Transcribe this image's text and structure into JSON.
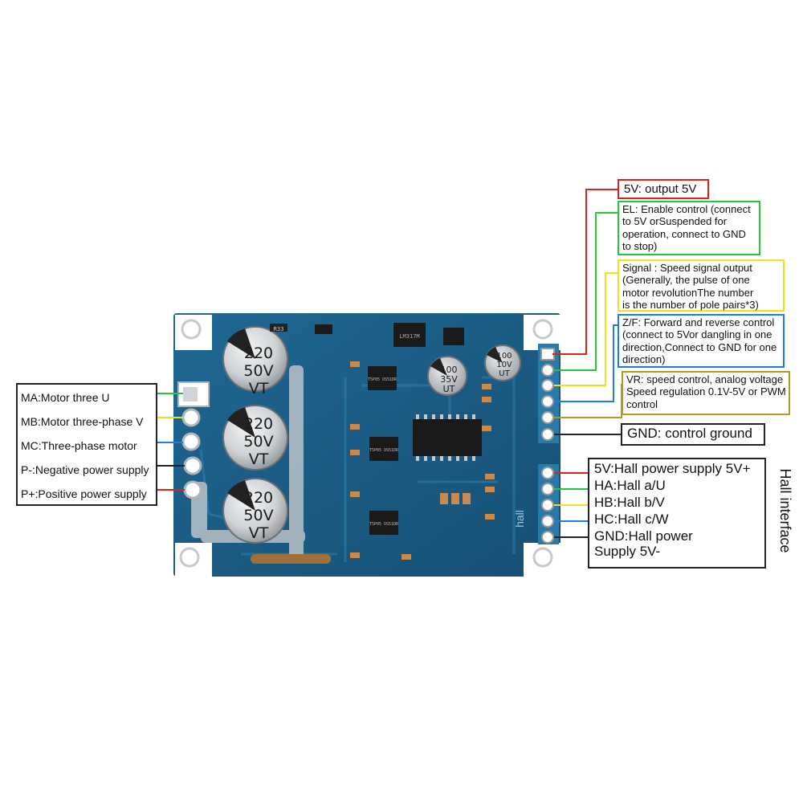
{
  "board": {
    "capacitors_large": [
      {
        "lines": [
          "220",
          "50V",
          "VT"
        ]
      },
      {
        "lines": [
          "220",
          "50V",
          "VT"
        ]
      },
      {
        "lines": [
          "220",
          "50V",
          "VT"
        ]
      }
    ],
    "capacitor_small_a": {
      "lines": [
        "100",
        "35V",
        "UT"
      ]
    },
    "capacitor_small_b": {
      "lines": [
        "100",
        "10V",
        "UT"
      ]
    },
    "resistor_code": "R33",
    "regulator_code": "LM317M",
    "hall_silkscreen": "hall",
    "mosfet_code": "T5P05 OS51DR"
  },
  "labels": {
    "out5v": [
      "5V: output 5V"
    ],
    "el": [
      "EL: Enable control (connect",
      "to 5V orSuspended for",
      "operation, connect to GND",
      "to stop)"
    ],
    "signal": [
      "Signal : Speed signal output",
      "(Generally, the pulse of one",
      "motor revolutionThe number",
      "is the number of pole pairs*3)"
    ],
    "zf": [
      "Z/F: Forward and reverse control",
      "(connect to 5Vor dangling in one",
      "direction,Connect to GND for one",
      "direction)"
    ],
    "vr": [
      "VR: speed control, analog voltage",
      "Speed regulation 0.1V-5V or PWM",
      "control"
    ],
    "gnd": [
      "GND: control ground"
    ]
  },
  "left_labels": [
    "MA:Motor three U",
    "MB:Motor three-phase V",
    "MC:Three-phase motor",
    "P-:Negative power supply",
    "P+:Positive power supply"
  ],
  "hall": {
    "title": "Hall interface",
    "items": [
      "5V:Hall power supply 5V+",
      "HA:Hall a/U",
      "HB:Hall b/V",
      "HC:Hall c/W",
      "GND:Hall power",
      "Supply 5V-"
    ]
  },
  "colors": {
    "red": "#e0201c",
    "green": "#23c93a",
    "yellow": "#f2e01b",
    "blue": "#1c7fe0",
    "olive": "#b09a2a",
    "dark": "#222222",
    "pcb": "#1c5c86"
  }
}
